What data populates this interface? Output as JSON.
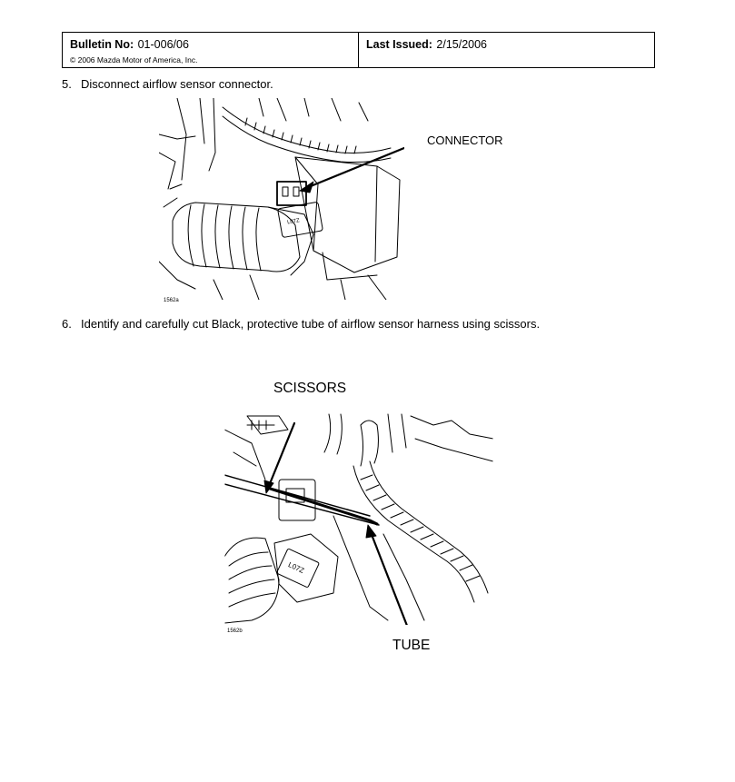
{
  "header": {
    "bulletin_label": "Bulletin No:",
    "bulletin_value": "01-006/06",
    "copyright": "© 2006 Mazda Motor of America, Inc.",
    "issued_label": "Last Issued:",
    "issued_value": "2/15/2006"
  },
  "steps": [
    {
      "num": "5.",
      "text": "Disconnect airflow sensor connector."
    },
    {
      "num": "6.",
      "text": "Identify and carefully cut Black, protective tube of airflow sensor harness using scissors."
    }
  ],
  "figure1": {
    "callout": "CONNECTOR",
    "id": "1562a",
    "sensor_label": "L07Z"
  },
  "figure2": {
    "callout_scissors": "SCISSORS",
    "callout_tube": "TUBE",
    "id": "1562b",
    "sensor_label": "L07Z"
  }
}
